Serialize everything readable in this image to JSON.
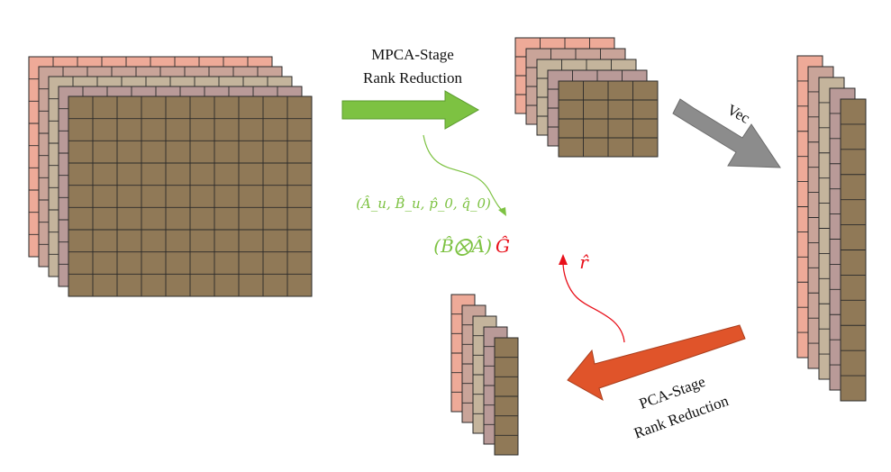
{
  "arrows": {
    "mpca": {
      "line1": "MPCA-Stage",
      "line2": "Rank Reduction",
      "color": "#7dc242"
    },
    "vec": {
      "label": "Vec",
      "color": "#8c8c8c"
    },
    "pca": {
      "line1": "PCA-Stage",
      "line2": "Rank Reduction",
      "color": "#e0542a"
    }
  },
  "math": {
    "params": "(Â_u, B̂_u, p̂_0, q̂_0)",
    "product_green": "(B̂⨂Â)",
    "product_red": "Ĝ",
    "r_hat": "r̂",
    "green": "#7dc242",
    "red": "#e8101a"
  },
  "stacks": {
    "slice_colors": [
      "#eeaa98",
      "#c9a499",
      "#c4b49c",
      "#b99a98",
      "#907957"
    ],
    "grid_line": "#2a2a2a",
    "large": {
      "rows": 9,
      "cols": 10,
      "slices": 5
    },
    "medium": {
      "rows": 4,
      "cols": 4,
      "slices": 5
    },
    "tall": {
      "rows": 12,
      "cols": 1,
      "slices": 5
    },
    "small": {
      "rows": 6,
      "cols": 1,
      "slices": 5
    }
  }
}
